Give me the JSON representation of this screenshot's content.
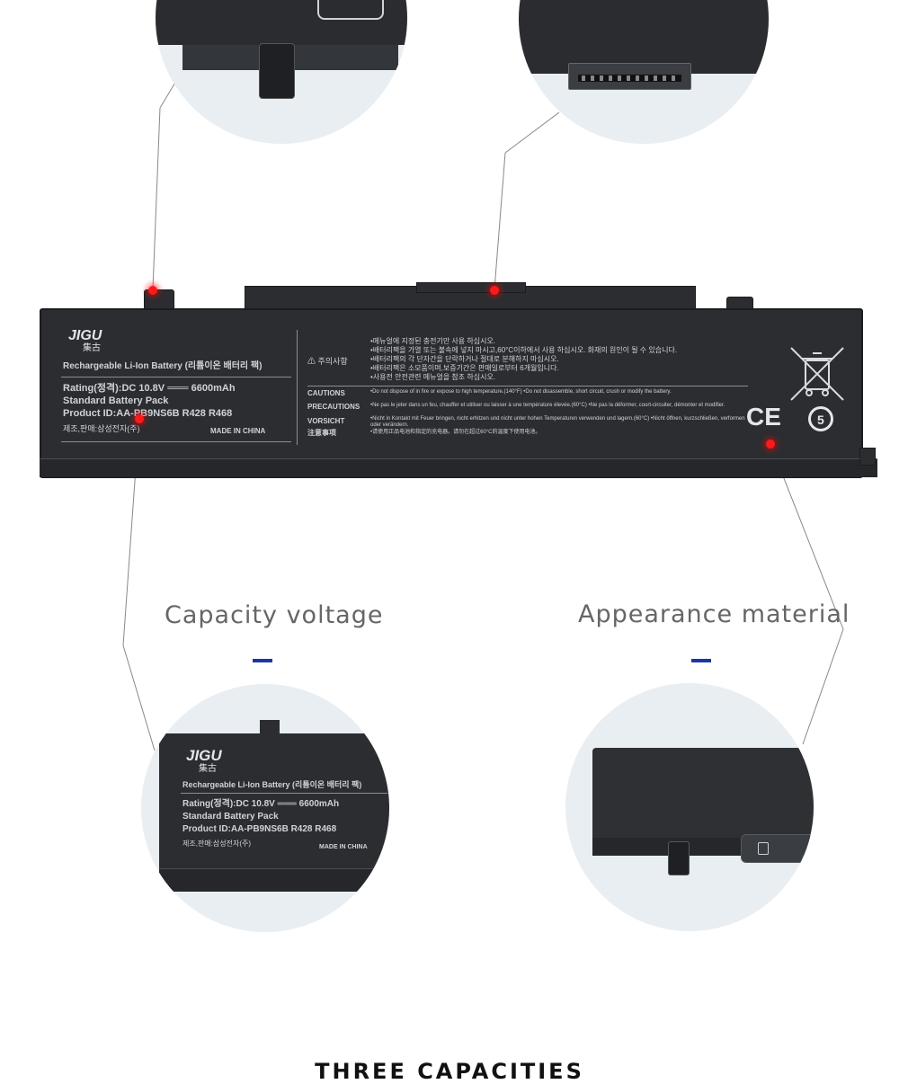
{
  "battery_label": {
    "brand": "JIGU",
    "brand_cn": "集古",
    "type": "Rechargeable Li-Ion Battery",
    "type_ko": "(리튬이온 배터리 팩)",
    "rating": "Rating(정격):DC 10.8V ═══ 6600mAh",
    "pack": "Standard Battery Pack",
    "product_id": "Product ID:AA-PB9NS6B  R428 R468",
    "maker": "제조,판매:삼성전자(주)",
    "made_in": "MADE IN CHINA",
    "caution_ko_heading": "⚠ 주의사항",
    "caution_ko_lines": [
      "•메뉴얼에 지정된 충전기만 사용 하십시오.",
      "•배터리팩을 가열 또는 불속에 넣지 마시고,60°C이하에서 사용 하십시오. 화재의 원인이 될 수 있습니다.",
      "•배터리팩의 각 단자간을 단락하거나 절대로 분해하지 마십시오.",
      "•배터리팩은 소모품이며,보증기간은 판매일로부터 6개월입니다.",
      "•사용전 안전관련 메뉴얼을 참조 하십시오."
    ],
    "warnings": [
      {
        "label": "CAUTIONS",
        "text": "•Do not dispose of in fire or expose to high temperature.(140°F)  •Do not disassemble, short circuit, crush or modify the battery."
      },
      {
        "label": "PRECAUTIONS",
        "text": "•Ne pas le jeter dans un feu, chauffer et utiliser ou laisser à une température élevée.(60°C)  •Ne pas la déformer, court-circuiter, démonter et modifier."
      },
      {
        "label": "VORSICHT",
        "text": "•Nicht in Kontakt mit Feuer bringen, nicht erhitzen und nicht unter hohen Temperaturen verwenden und lagern.(60°C)  •Nicht öffnen, kurzschließen, verformen oder verändern."
      },
      {
        "label": "注意事项",
        "text": "•请使用正品电池和指定的充电器。请勿在超过60°C的温度下使用电池。"
      }
    ],
    "ce_mark": "CE",
    "eco_mark": "5"
  },
  "captions": {
    "left": "Capacity voltage",
    "right": "Appearance material"
  },
  "footer_title": "THREE CAPACITIES",
  "colors": {
    "battery_body": "#2b2d31",
    "label_text": "#cfd3d8",
    "caption_text": "#666666",
    "accent_dash": "#1c36a8",
    "marker_red": "#ff1a1a"
  }
}
